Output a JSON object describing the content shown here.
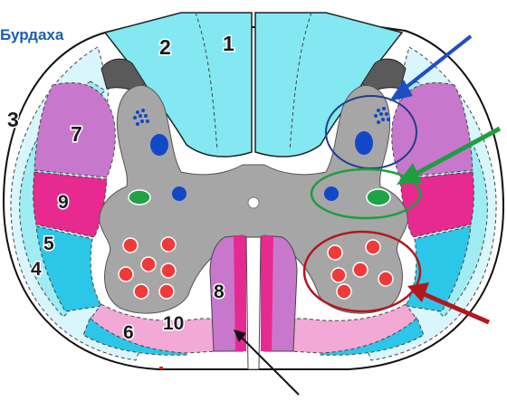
{
  "diagram": {
    "title": "Бурдаха",
    "labels": {
      "l1": "1",
      "l2": "2",
      "l3": "3",
      "l4": "4",
      "l5": "5",
      "l6": "6",
      "l7": "7",
      "l8": "8",
      "l9": "9",
      "l10": "10"
    }
  },
  "colors": {
    "funiculus_light": "#d8f6fb",
    "cyan_tract": "#7fe6f0",
    "bright_cyan": "#2cc6e8",
    "magenta_tract": "#e62a8f",
    "violet_tract": "#c878cc",
    "pink_tract": "#f2a9d6",
    "gray_matter": "#a6a6a6",
    "blue_nucleus": "#1247c8",
    "green_nucleus": "#1fa345",
    "red_nucleus": "#f03a3a",
    "arrow_blue": "#1d4fc4",
    "arrow_green": "#1e9e3e",
    "arrow_red": "#b3161c",
    "arrow_black": "#111111"
  }
}
